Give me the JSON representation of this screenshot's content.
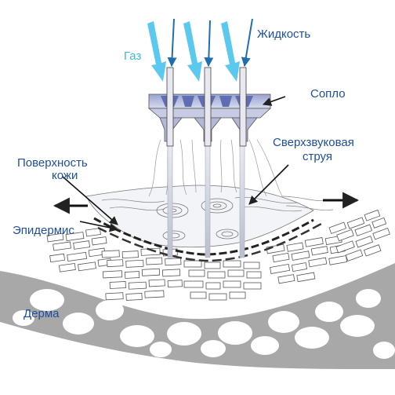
{
  "labels": {
    "gas": "Газ",
    "liquid": "Жидкость",
    "nozzle": "Сопло",
    "supersonic_jet_line1": "Сверхзвуковая",
    "supersonic_jet_line2": "струя",
    "skin_surface_line1": "Поверхность",
    "skin_surface_line2": "кожи",
    "epidermis": "Эпидермис",
    "dermis": "Дерма"
  },
  "colors": {
    "label_text": "#1f4e9c",
    "gas_arrow": "#5bc8f0",
    "liquid_arrow": "#1f6fb0",
    "nozzle_body": "#b9bedb",
    "nozzle_dark": "#4b5fa8",
    "dermis_fill": "#a8a8a8"
  }
}
